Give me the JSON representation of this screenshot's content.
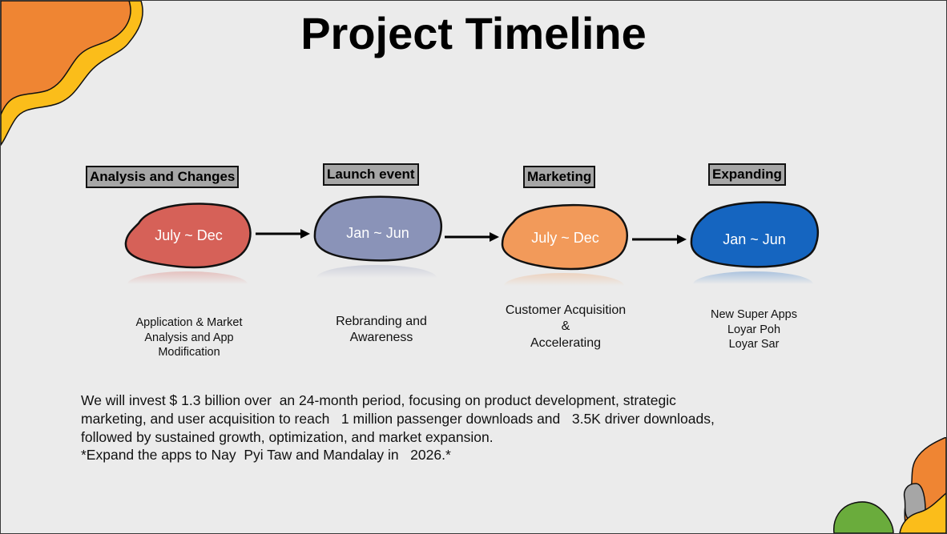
{
  "slide": {
    "title": "Project Timeline",
    "stages": [
      {
        "label": "Analysis and Changes",
        "period": "July ~ Dec",
        "color": "#d66158",
        "description": [
          "Application & Market",
          "Analysis and App",
          "Modification"
        ]
      },
      {
        "label": "Launch event",
        "period": "Jan ~ Jun",
        "color": "#8a93b8",
        "description": [
          "Rebranding and",
          "Awareness"
        ]
      },
      {
        "label": "Marketing",
        "period": "July ~ Dec",
        "color": "#f29a5a",
        "description": [
          "Customer Acquisition",
          "&",
          "Accelerating"
        ]
      },
      {
        "label": "Expanding",
        "period": "Jan ~ Jun",
        "color": "#1565c0",
        "description": [
          "New Super Apps",
          "Loyar Poh",
          "Loyar Sar"
        ]
      }
    ],
    "body": [
      "We will invest $ 1.3 billion over  an 24-month period, focusing on product development, strategic",
      "marketing, and user acquisition to reach   1 million passenger downloads and   3.5K driver downloads,",
      "followed by sustained growth, optimization, and market expansion.",
      "*Expand the apps to Nay  Pyi Taw and Mandalay in   2026.*"
    ],
    "decor_colors": {
      "orange": "#ef8533",
      "yellow": "#fbbd1a",
      "green": "#6aac3c",
      "gray": "#a6a6a6"
    }
  }
}
